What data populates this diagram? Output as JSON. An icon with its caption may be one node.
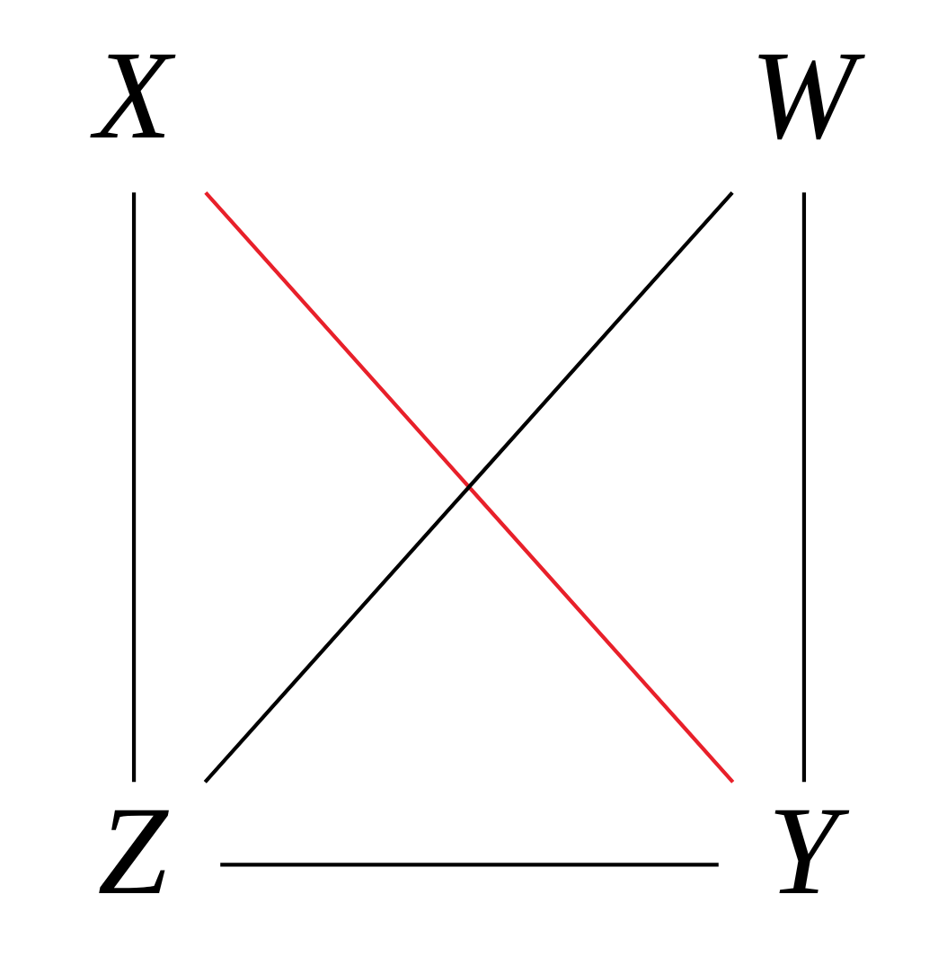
{
  "diagram": {
    "nodes": [
      {
        "text": [
          "X"
        ]
      },
      {
        "text": [
          "W"
        ]
      },
      {
        "text": [
          "Z"
        ]
      },
      {
        "text": [
          "Y"
        ]
      }
    ],
    "edges": [
      {
        "from": 0,
        "to": 2,
        "arrow": "none"
      },
      {
        "from": 0,
        "to": 3,
        "arrow": "none",
        "color": "#e8202a"
      },
      {
        "from": 1,
        "to": 2,
        "arrow": "none"
      },
      {
        "from": 1,
        "to": 3,
        "arrow": "none"
      },
      {
        "from": 2,
        "to": 3,
        "arrow": "none"
      }
    ]
  }
}
